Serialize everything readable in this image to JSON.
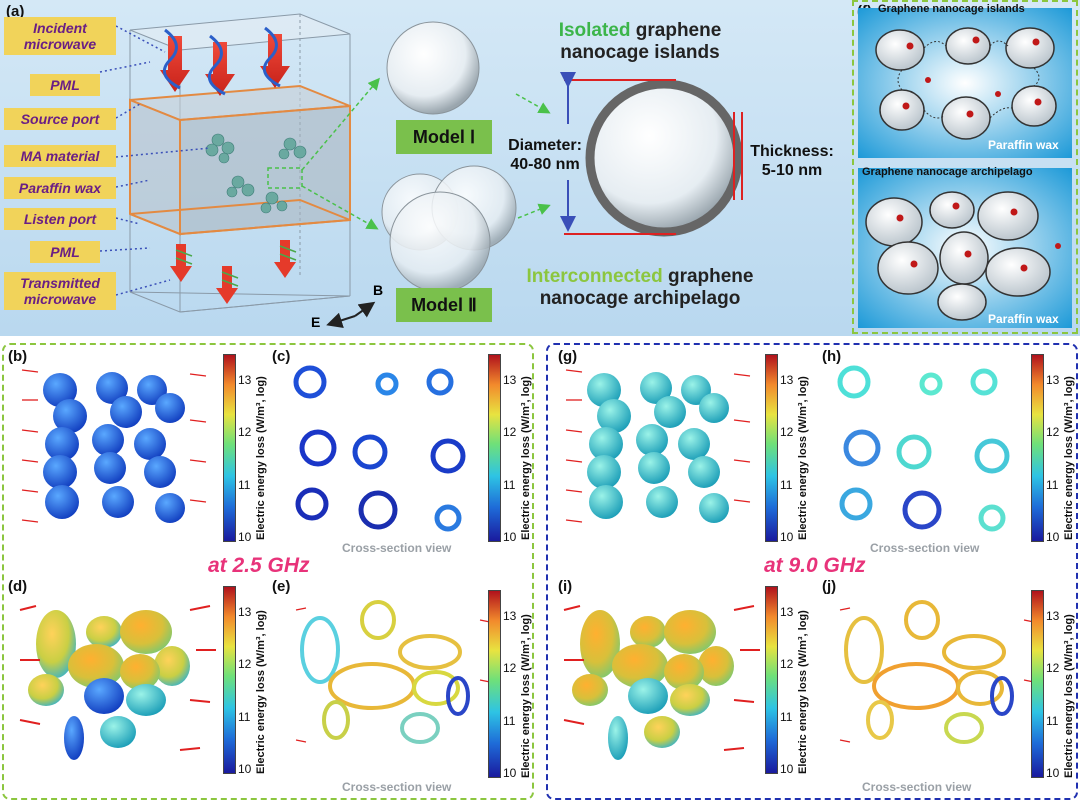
{
  "panel_labels": {
    "a": "(a)",
    "b": "(b)",
    "c": "(c)",
    "d": "(d)",
    "e": "(e)",
    "f": "(f)",
    "g": "(g)",
    "h": "(h)",
    "i": "(i)",
    "j": "(j)"
  },
  "layer_labels": [
    {
      "text": "Incident microwave"
    },
    {
      "text": "PML"
    },
    {
      "text": "Source port"
    },
    {
      "text": "MA material"
    },
    {
      "text": "Paraffin wax"
    },
    {
      "text": "Listen port"
    },
    {
      "text": "PML"
    },
    {
      "text": "Transmitted microwave"
    }
  ],
  "axes": {
    "b": "B",
    "e": "E"
  },
  "models": {
    "one": "Model Ⅰ",
    "two": "Model Ⅱ"
  },
  "isolated": {
    "highlight": "Isolated",
    "rest1": " graphene",
    "rest2": "nanocage islands"
  },
  "interconnected": {
    "highlight": "Interconnected",
    "rest1": " graphene",
    "rest2": "nanocage archipelago"
  },
  "diameter": {
    "line1": "Diameter:",
    "line2": "40-80 nm"
  },
  "thickness": {
    "line1": "Thickness:",
    "line2": "5-10 nm"
  },
  "panel_f": {
    "top_title": "Graphene nanocage islands",
    "bottom_title": "Graphene nanocage archipelago",
    "wax_top": "Paraffin wax",
    "wax_bottom": "Paraffin wax"
  },
  "colorbar": {
    "label": "Electric energy loss (W/m³, log)",
    "ticks": [
      "13",
      "12",
      "11",
      "10"
    ]
  },
  "cross_section": "Cross-section view",
  "freq_left": "at 2.5 GHz",
  "freq_right": "at 9.0 GHz",
  "colors": {
    "green_dash": "#8cc63f",
    "blue_dash": "#2030b0",
    "pink": "#e8337a",
    "label_bg": "#f1d35a",
    "label_text": "#6a1f85"
  }
}
